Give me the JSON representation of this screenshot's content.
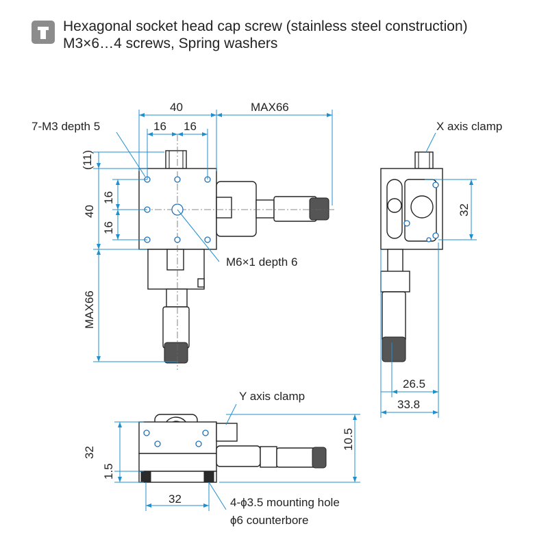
{
  "note": {
    "icon": "hex-socket-screw-icon",
    "line1": "Hexagonal socket head cap screw (stainless steel construction)",
    "line2": "M3×6…4 screws, Spring washers"
  },
  "dims": {
    "top_width": "40",
    "top_max": "MAX66",
    "hole_pitch_a": "16",
    "hole_pitch_b": "16",
    "left_eleven": "(11)",
    "left_16a": "16",
    "left_16b": "16",
    "left_40": "40",
    "left_max": "MAX66",
    "side_32": "32",
    "side_265": "26.5",
    "side_338": "33.8",
    "front_32_left": "32",
    "front_15": "1.5",
    "front_105": "10.5",
    "front_32_bottom": "32"
  },
  "callouts": {
    "tapped_holes": "7-M3 depth 5",
    "center_hole": "M6×1 depth 6",
    "x_clamp": "X axis clamp",
    "y_clamp": "Y axis clamp",
    "mounting_hole": "4-ϕ3.5 mounting hole",
    "counterbore": "ϕ6 counterbore"
  },
  "colors": {
    "dimension": "#1f8fd0",
    "outline": "#222222",
    "icon": "#8c8c8c"
  }
}
